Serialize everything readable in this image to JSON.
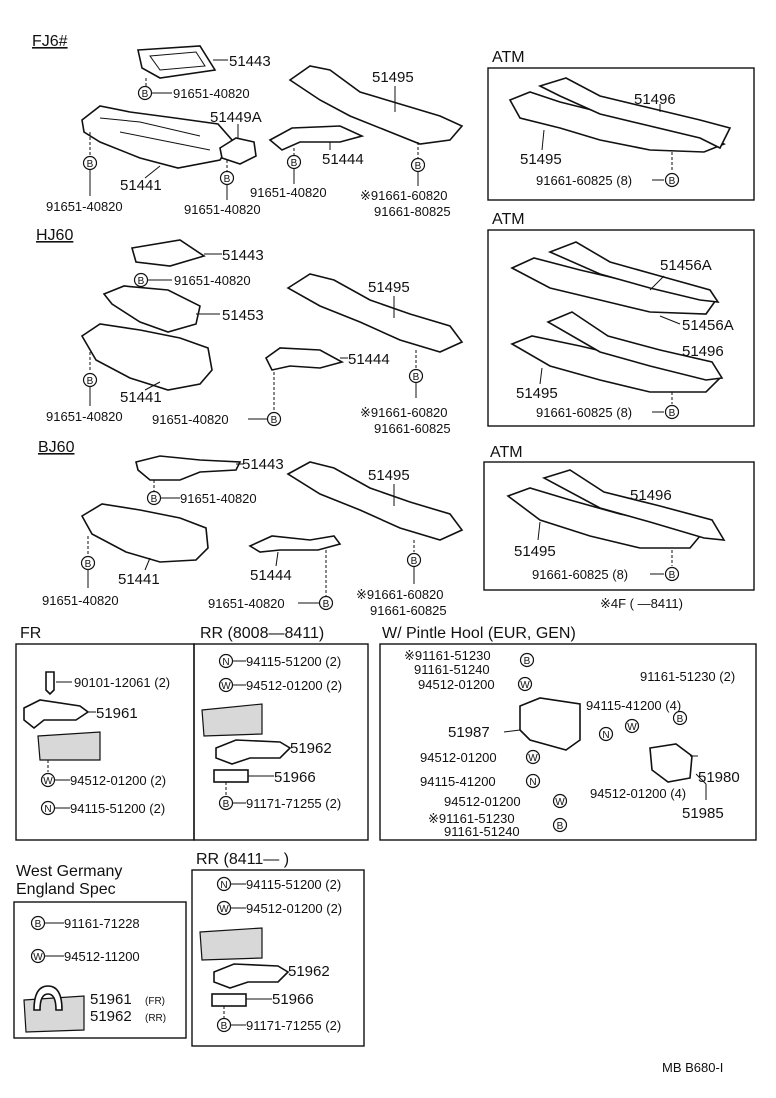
{
  "sections": {
    "fj6": "FJ6#",
    "hj60": "HJ60",
    "bj60": "BJ60",
    "atm": "ATM",
    "fr": "FR",
    "rr1": "RR (8008—8411)",
    "pintle": "W/ Pintle Hool (EUR, GEN)",
    "wg1": "West Germany",
    "wg2": "England Spec",
    "rr2": "RR (8411—        )"
  },
  "parts": {
    "p51443": "51443",
    "p51441": "51441",
    "p51449a": "51449A",
    "p51444": "51444",
    "p51495": "51495",
    "p51496": "51496",
    "p51453": "51453",
    "p51456a": "51456A",
    "p51961": "51961",
    "p51962": "51962",
    "p51966": "51966",
    "p51987": "51987",
    "p51980": "51980",
    "p51985": "51985"
  },
  "bolts": {
    "b40820": "91651-40820",
    "b60820": "91661-60820",
    "b80825": "91661-80825",
    "b60825": "91661-60825",
    "b60825_8": "91661-60825 (8)",
    "b60825_star": "※91661-60820",
    "b90101": "90101-12061 (2)",
    "b94512_2": "94512-01200 (2)",
    "b94115_2": "94115-51200 (2)",
    "b91171": "91171-71255 (2)",
    "b91161_51230": "※91161-51230",
    "b91161_51240": "91161-51240",
    "b94512": "94512-01200",
    "b94115_41200_4": "94115-41200 (4)",
    "b91161_51230_2": "91161-51230 (2)",
    "b94115_41200": "94115-41200",
    "b94512_4": "94512-01200 (4)",
    "b91161_71228": "91161-71228",
    "b94512_11200": "94512-11200"
  },
  "suffix": {
    "fr": "(FR)",
    "rr": "(RR)"
  },
  "symbols": {
    "b": "B",
    "w": "W",
    "n": "N"
  },
  "note_4f": "※4F (        —8411)",
  "footer_code": "MB  B680-I"
}
